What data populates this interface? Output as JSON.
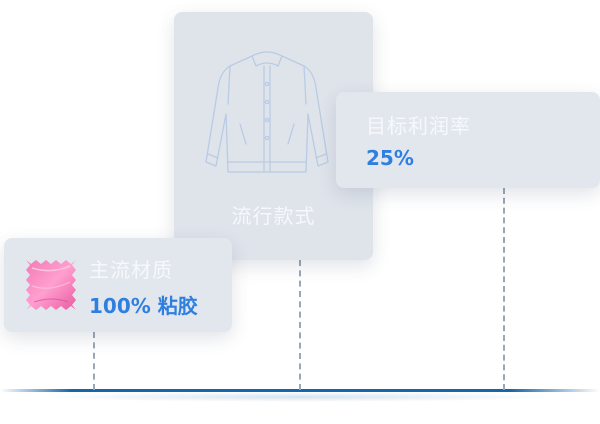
{
  "colors": {
    "card_bg": "#e2e7ee",
    "label_text": "#f6f8fb",
    "value_text": "#2f7fe0",
    "baseline": "#1565aa",
    "dash_stem": "#9aa7b8",
    "fabric_pink": "#f06aa8"
  },
  "cards": {
    "style": {
      "label": "流行款式",
      "icon": "jacket-icon"
    },
    "material": {
      "label": "主流材质",
      "value": "100% 粘胶",
      "icon": "fabric-swatch-icon"
    },
    "margin": {
      "label": "目标利润率",
      "value": "25%"
    }
  }
}
